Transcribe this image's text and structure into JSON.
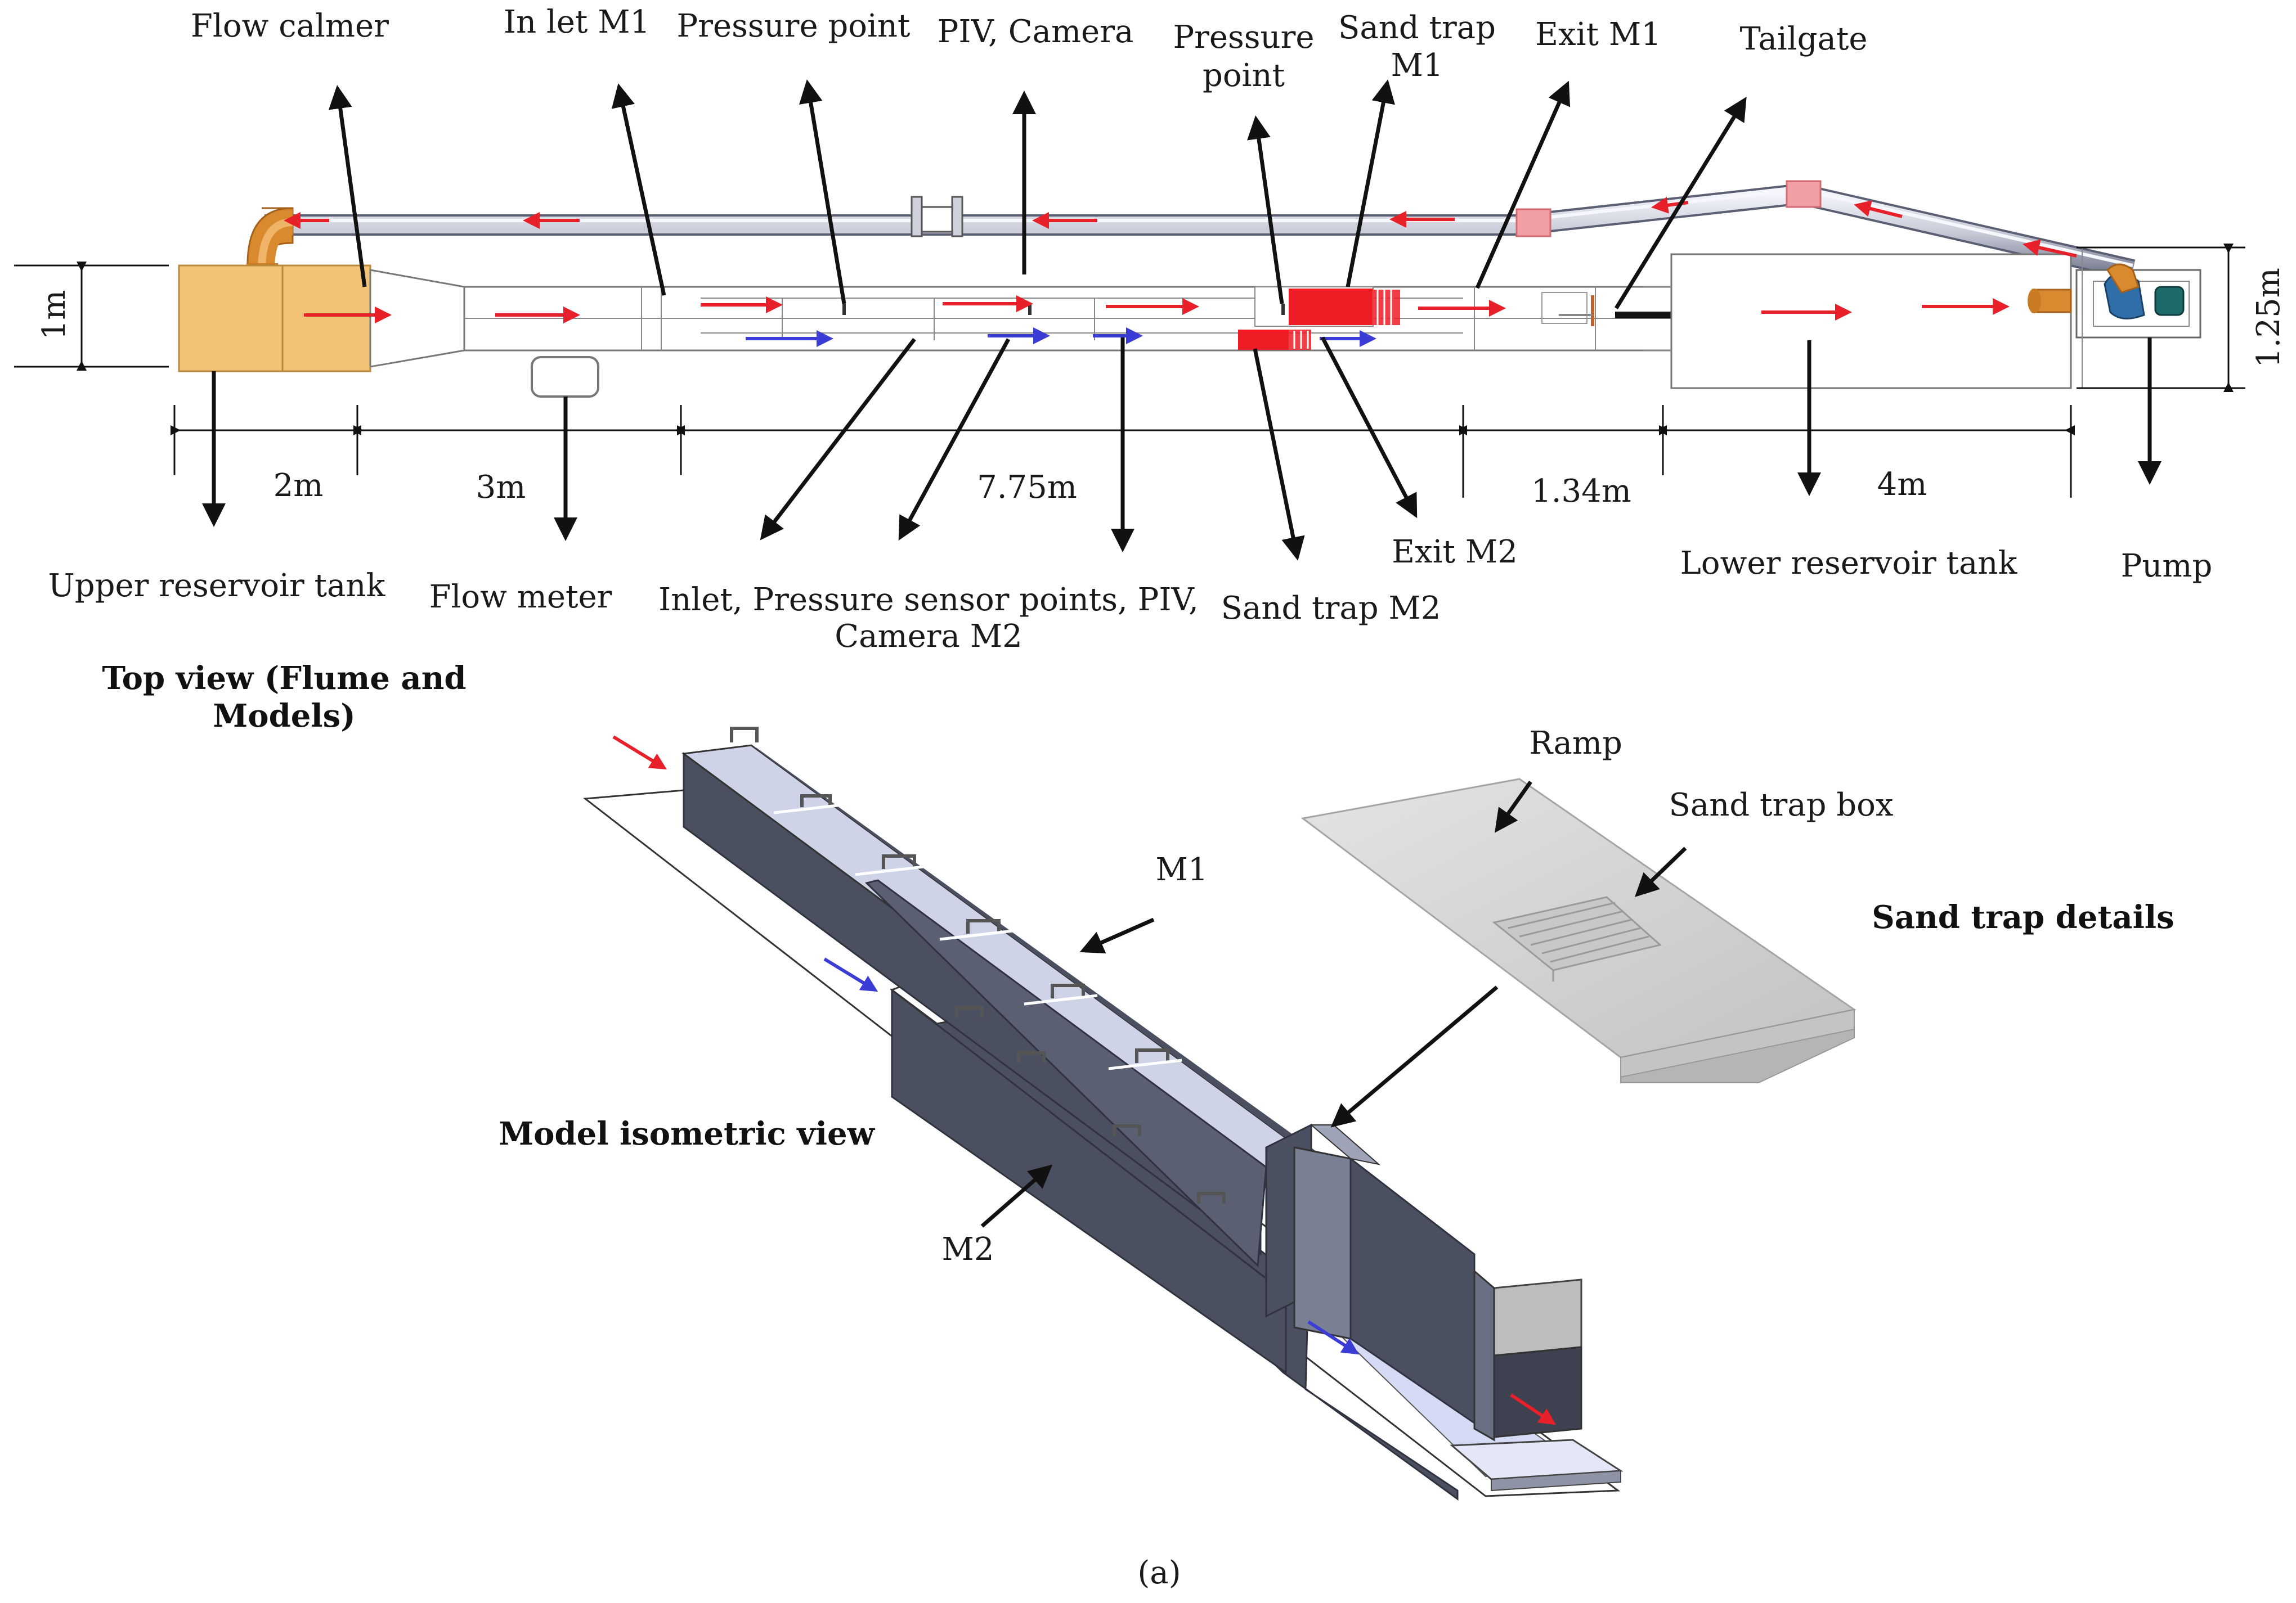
{
  "colors": {
    "flow_arrow_red": "#e8202a",
    "flow_arrow_blue": "#3b3bd6",
    "reservoir": "#f2c276",
    "pipe_elbow": "#d98a2e",
    "sand_trap_red": "#ee1c24",
    "model_steel": "#4b5060"
  },
  "top_view": {
    "labels": {
      "flow_calmer": "Flow calmer",
      "inlet_m1": "In let M1",
      "pressure_point_top": "Pressure point",
      "piv_camera": "PIV, Camera",
      "pressure_point_2_line1": "Pressure",
      "pressure_point_2_line2": "point",
      "sand_trap_m1_line1": "Sand trap",
      "sand_trap_m1_line2": "M1",
      "exit_m1": "Exit M1",
      "tailgate": "Tailgate",
      "upper_reservoir": "Upper reservoir tank",
      "flow_meter": "Flow meter",
      "inlet_m2_line1": "Inlet, Pressure sensor points, PIV,",
      "inlet_m2_line2": "Camera M2",
      "sand_trap_m2": "Sand trap M2",
      "exit_m2": "Exit M2",
      "lower_reservoir": "Lower reservoir tank",
      "pump": "Pump"
    },
    "dimensions": {
      "width_left": "1m",
      "width_right": "1.25m",
      "d1": "2m",
      "d2": "3m",
      "d3": "7.75m",
      "d4": "1.34m",
      "d5": "4m"
    },
    "caption_line1": "Top view (Flume and",
    "caption_line2": "Models)"
  },
  "isometric": {
    "label_m1": "M1",
    "label_m2": "M2",
    "caption": "Model isometric view"
  },
  "sand_trap_detail": {
    "label_ramp": "Ramp",
    "label_box": "Sand trap box",
    "caption": "Sand trap details"
  },
  "figure_label": "(a)"
}
